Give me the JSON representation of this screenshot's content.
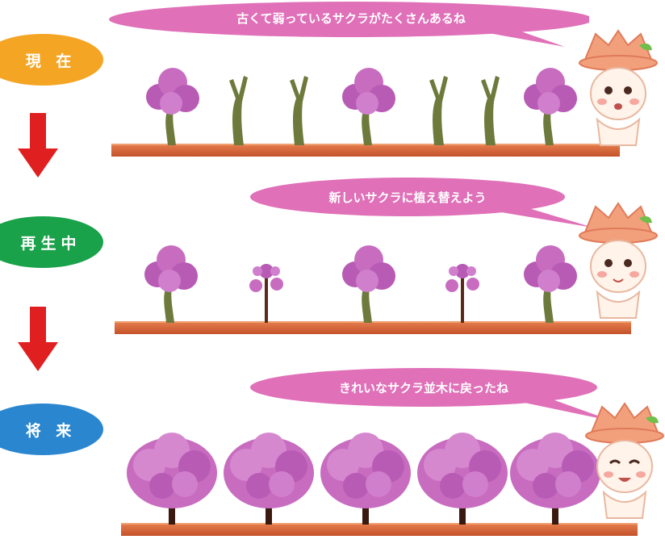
{
  "stages": [
    {
      "label": "現 在",
      "color": "#f5a524"
    },
    {
      "label": "再生中",
      "color": "#1aa24a"
    },
    {
      "label": "将 来",
      "color": "#2a86cf"
    }
  ],
  "bubbles": [
    "古くて弱っているサクラがたくさんあるね",
    "新しいサクラに植え替えよう",
    "きれいなサクラ並木に戻ったね"
  ],
  "colors": {
    "bubble": "#e070b8",
    "arrow": "#e02020",
    "ground": "#d2643a",
    "blossom": "#c86cc0",
    "trunk": "#6d7a3c"
  }
}
